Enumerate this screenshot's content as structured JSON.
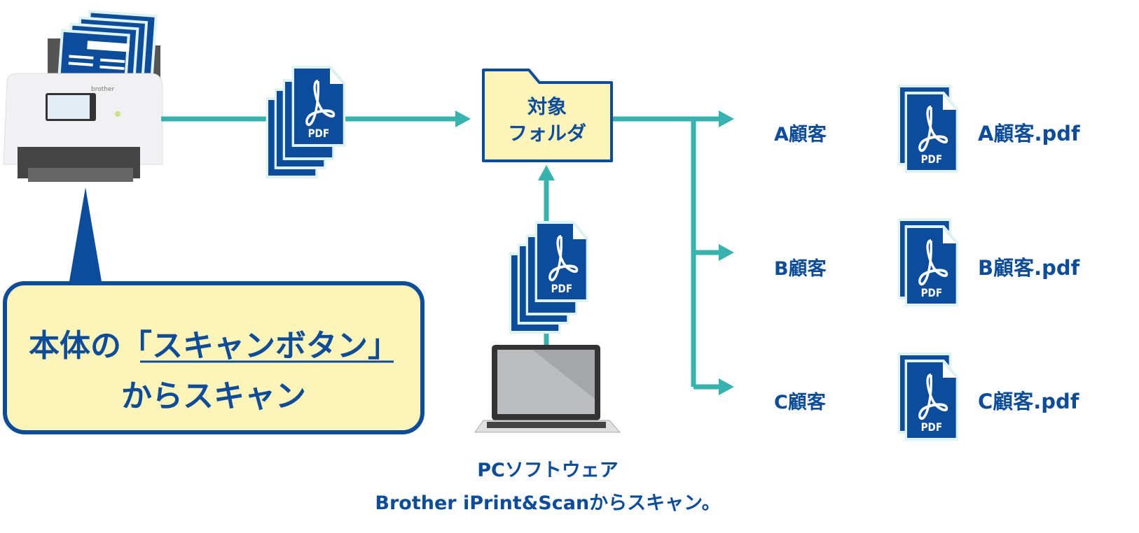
{
  "colors": {
    "navy": "#0b4c9c",
    "teal": "#35b3ae",
    "yellow": "#fdf4b8",
    "pale": "#def3f2"
  },
  "icons": [
    "scanner-image",
    "pdf-stack-icon",
    "folder-icon",
    "laptop-icon",
    "arrow-icon"
  ],
  "pdf_label": "PDF",
  "folder": {
    "line1": "対象",
    "line2": "フォルダ"
  },
  "customers": [
    {
      "label": "A顧客",
      "file": "A顧客.pdf"
    },
    {
      "label": "B顧客",
      "file": "B顧客.pdf"
    },
    {
      "label": "C顧客",
      "file": "C顧客.pdf"
    }
  ],
  "callout": {
    "line1_prefix": "本体の",
    "line1_emph": "「スキャンボタン」",
    "line2": "からスキャン"
  },
  "pc": {
    "line1": "PCソフトウェア",
    "line2": "Brother iPrint&Scanからスキャン。"
  },
  "scanner": {
    "brand": "brother"
  }
}
